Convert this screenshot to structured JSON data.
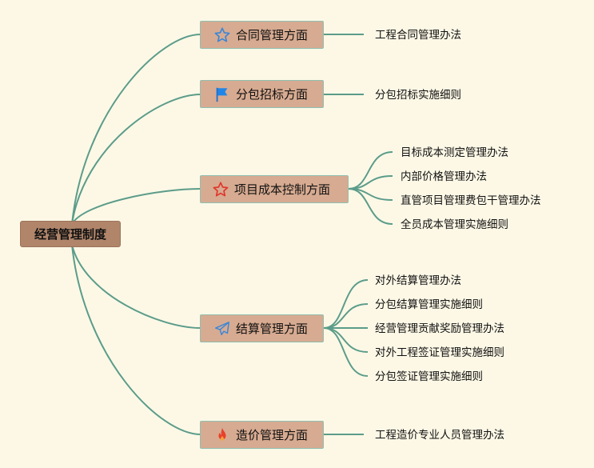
{
  "root": {
    "label": "经营管理制度"
  },
  "branches": [
    {
      "label": "合同管理方面",
      "icon": "star-outline-blue-icon",
      "leaves": [
        "工程合同管理办法"
      ]
    },
    {
      "label": "分包招标方面",
      "icon": "flag-icon",
      "leaves": [
        "分包招标实施细则"
      ]
    },
    {
      "label": "项目成本控制方面",
      "icon": "star-outline-red-icon",
      "leaves": [
        "目标成本测定管理办法",
        "内部价格管理办法",
        "直管项目管理费包干管理办法",
        "全员成本管理实施细则"
      ]
    },
    {
      "label": "结算管理方面",
      "icon": "paper-plane-icon",
      "leaves": [
        "对外结算管理办法",
        "分包结算管理实施细则",
        "经营管理贡献奖励管理办法",
        "对外工程签证管理实施细则",
        "分包签证管理实施细则"
      ]
    },
    {
      "label": "造价管理方面",
      "icon": "fire-icon",
      "leaves": [
        "工程造价专业人员管理办法"
      ]
    }
  ],
  "colors": {
    "background": "#fdf8e6",
    "connector": "#5c9c8a",
    "branch_fill": "#d7ab91",
    "root_fill": "#b0856a"
  }
}
